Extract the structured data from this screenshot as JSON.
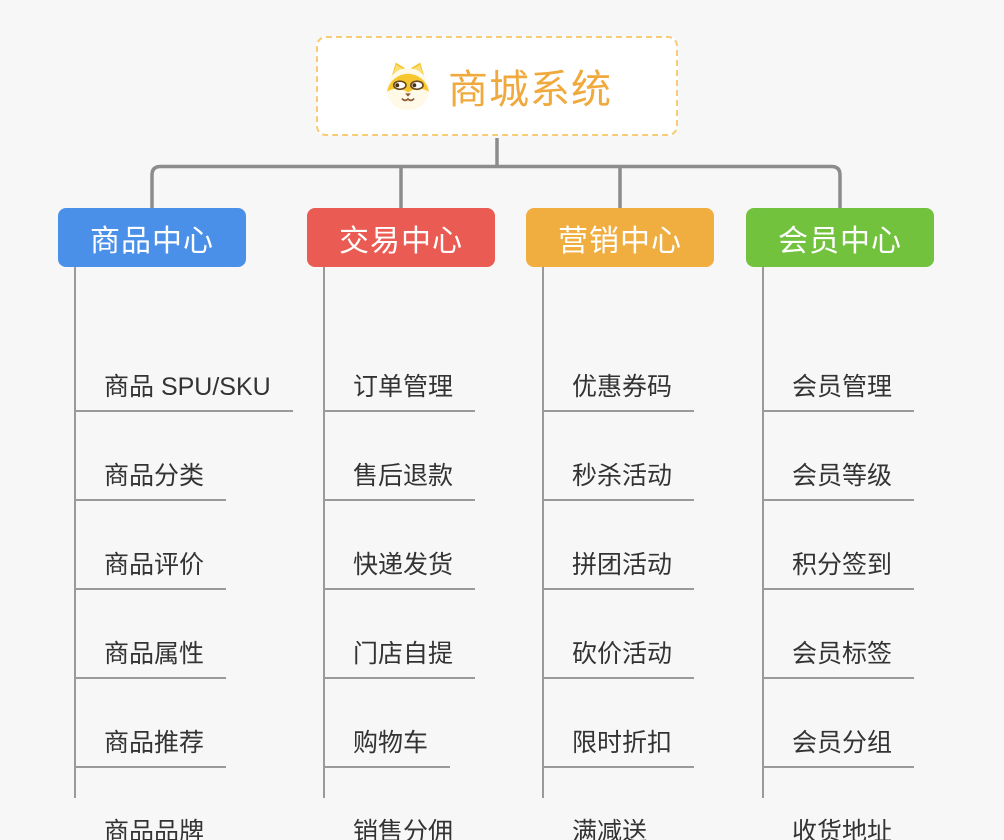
{
  "page": {
    "background_color": "#f7f7f7"
  },
  "root": {
    "title": "商城系统",
    "title_color": "#efa93d",
    "border_color": "#f9cb77",
    "icon": "dog-face-icon"
  },
  "connectors": {
    "color": "#8c8c8c",
    "child_line_color": "#9a9a9a"
  },
  "branches": [
    {
      "label": "商品中心",
      "color": "#4b90e8",
      "children": [
        "商品 SPU/SKU",
        "商品分类",
        "商品评价",
        "商品属性",
        "商品推荐",
        "商品品牌"
      ]
    },
    {
      "label": "交易中心",
      "color": "#ea5b53",
      "children": [
        "订单管理",
        "售后退款",
        "快递发货",
        "门店自提",
        "购物车",
        "销售分佣"
      ]
    },
    {
      "label": "营销中心",
      "color": "#efae3f",
      "children": [
        "优惠券码",
        "秒杀活动",
        "拼团活动",
        "砍价活动",
        "限时折扣",
        "满减送"
      ]
    },
    {
      "label": "会员中心",
      "color": "#72c23e",
      "children": [
        "会员管理",
        "会员等级",
        "积分签到",
        "会员标签",
        "会员分组",
        "收货地址"
      ]
    }
  ]
}
